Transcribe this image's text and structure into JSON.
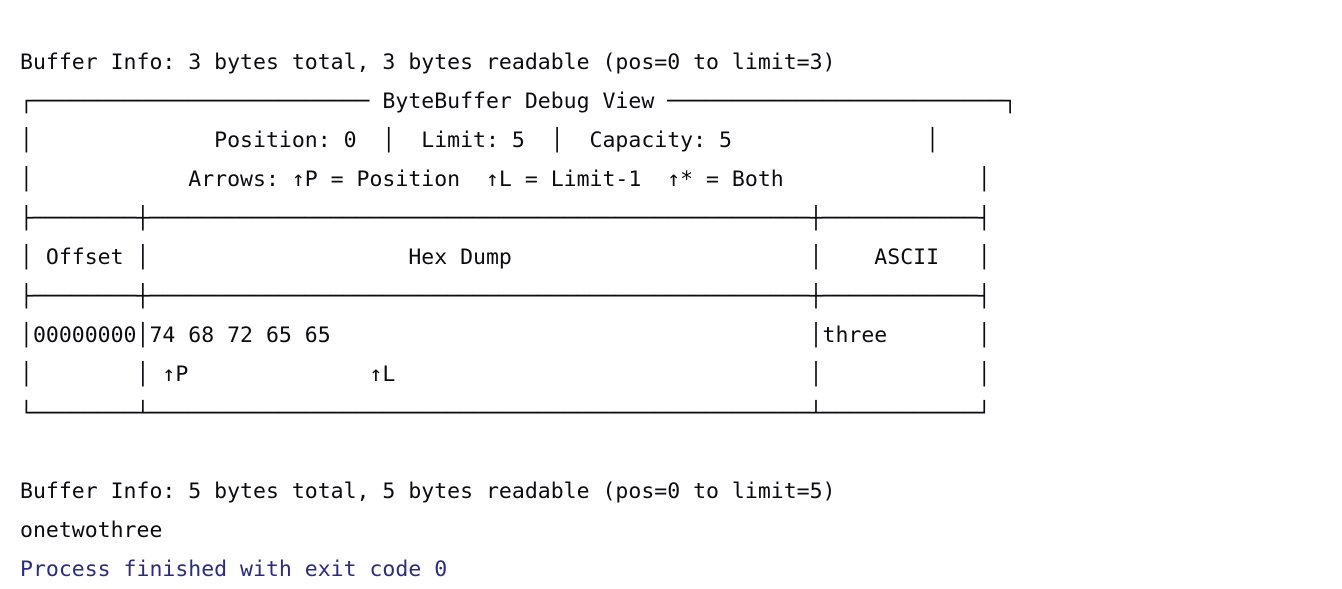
{
  "console": {
    "name": "run-console-output",
    "background_color": "#ffffff",
    "text_color": "#0b0b10",
    "exit_text_color": "#2a2a8c",
    "font": "monospace"
  },
  "buffer_info_top": "Buffer Info: 3 bytes total, 3 bytes readable (pos=0 to limit=3)",
  "debug_view": {
    "title": "ByteBuffer Debug View",
    "title_line": "┌────────────────────────── ByteBuffer Debug View ──────────────────────────┐",
    "stats": {
      "line": "│              Position: 0  │  Limit: 5  │  Capacity: 5               │",
      "position_label": "Position:",
      "position_value": "0",
      "limit_label": "Limit:",
      "limit_value": "5",
      "capacity_label": "Capacity:",
      "capacity_value": "5"
    },
    "legend": {
      "line": "│            Arrows: ↑P = Position  ↑L = Limit-1  ↑* = Both               │",
      "prefix": "Arrows:",
      "items": [
        {
          "symbol": "↑P",
          "meaning": "Position"
        },
        {
          "symbol": "↑L",
          "meaning": "Limit-1"
        },
        {
          "symbol": "↑*",
          "meaning": "Both"
        }
      ]
    },
    "rule_top": "├────────┼───────────────────────────────────────────────────┼────────────┤",
    "header": {
      "line": "│ Offset │                    Hex Dump                       │    ASCII   │",
      "columns": [
        "Offset",
        "Hex Dump",
        "ASCII"
      ]
    },
    "rule_mid": "├────────┼───────────────────────────────────────────────────┼────────────┤",
    "rows": [
      {
        "line": "│00000000│74 68 72 65 65                                     │three       │",
        "offset": "00000000",
        "hex": "74 68 72 65 65",
        "ascii": "three"
      },
      {
        "line": "│        │ ↑P              ↑L                                │            │",
        "arrows": "↑P              ↑L"
      }
    ],
    "rule_bottom": "└────────┴───────────────────────────────────────────────────┴────────────┘"
  },
  "buffer_info_bottom": "Buffer Info: 5 bytes total, 5 bytes readable (pos=0 to limit=5)",
  "result_string": "onetwothree",
  "exit_message": "Process finished with exit code 0"
}
